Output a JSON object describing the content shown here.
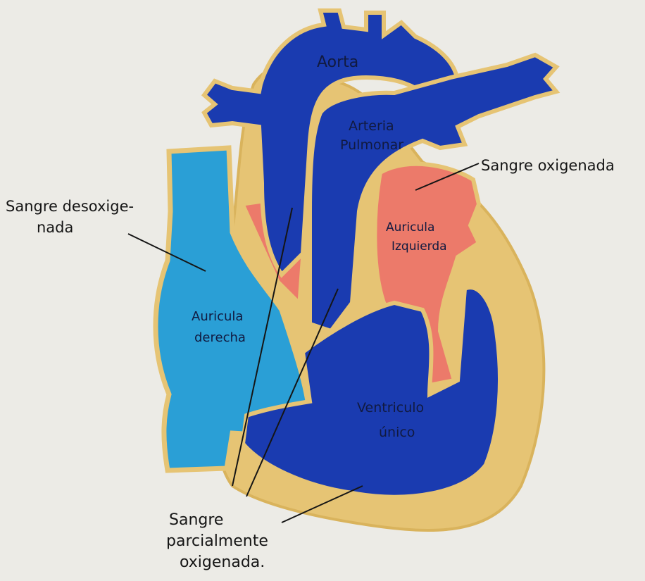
{
  "colors": {
    "paper": "#ecebe6",
    "outline_yellow": "#e6c474",
    "deoxygenated_blue": "#2a9fd6",
    "mixed_blue": "#1a3bb0",
    "oxygenated_red": "#ec7a6a",
    "ink": "#151515"
  },
  "structures": {
    "aorta": "Aorta",
    "pulmonary_artery": [
      "Arteria",
      "Pulmonar"
    ],
    "left_atrium": [
      "Auricula",
      "Izquierda"
    ],
    "right_atrium": [
      "Auricula",
      "derecha"
    ],
    "single_ventricle": [
      "Ventriculo",
      "único"
    ]
  },
  "annotations": {
    "oxygenated_blood": "Sangre oxigenada",
    "deoxygenated_blood": [
      "Sangre desoxige-",
      "nada"
    ],
    "partially_oxygenated_blood": [
      "Sangre",
      "parcialmente",
      "oxigenada."
    ]
  }
}
